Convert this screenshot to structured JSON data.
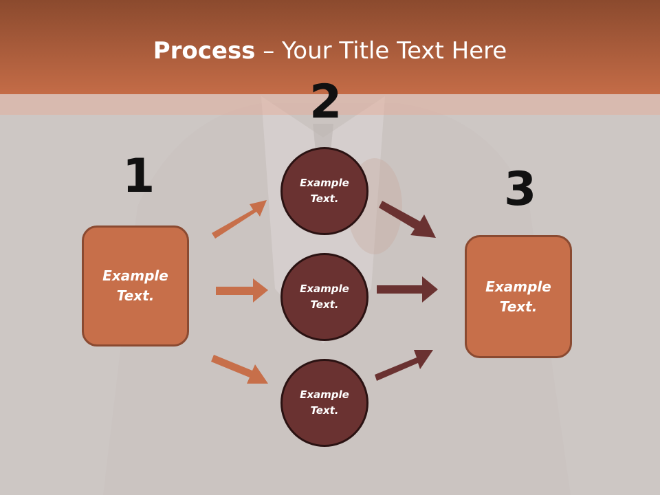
{
  "slide": {
    "title_bold": "Process",
    "title_rest": " – Your Title Text Here"
  },
  "steps": {
    "step1_number": "1",
    "step2_number": "2",
    "step3_number": "3"
  },
  "nodes": {
    "left_box": "Example Text.",
    "right_box": "Example Text.",
    "circle_top": "Example Text.",
    "circle_middle": "Example Text.",
    "circle_bottom": "Example Text."
  },
  "colors": {
    "header": "#c46c47",
    "box_fill": "#c76f4a",
    "circle_fill": "#6a3231",
    "arrow_light": "#c76f4a",
    "arrow_dark": "#6a3231"
  }
}
